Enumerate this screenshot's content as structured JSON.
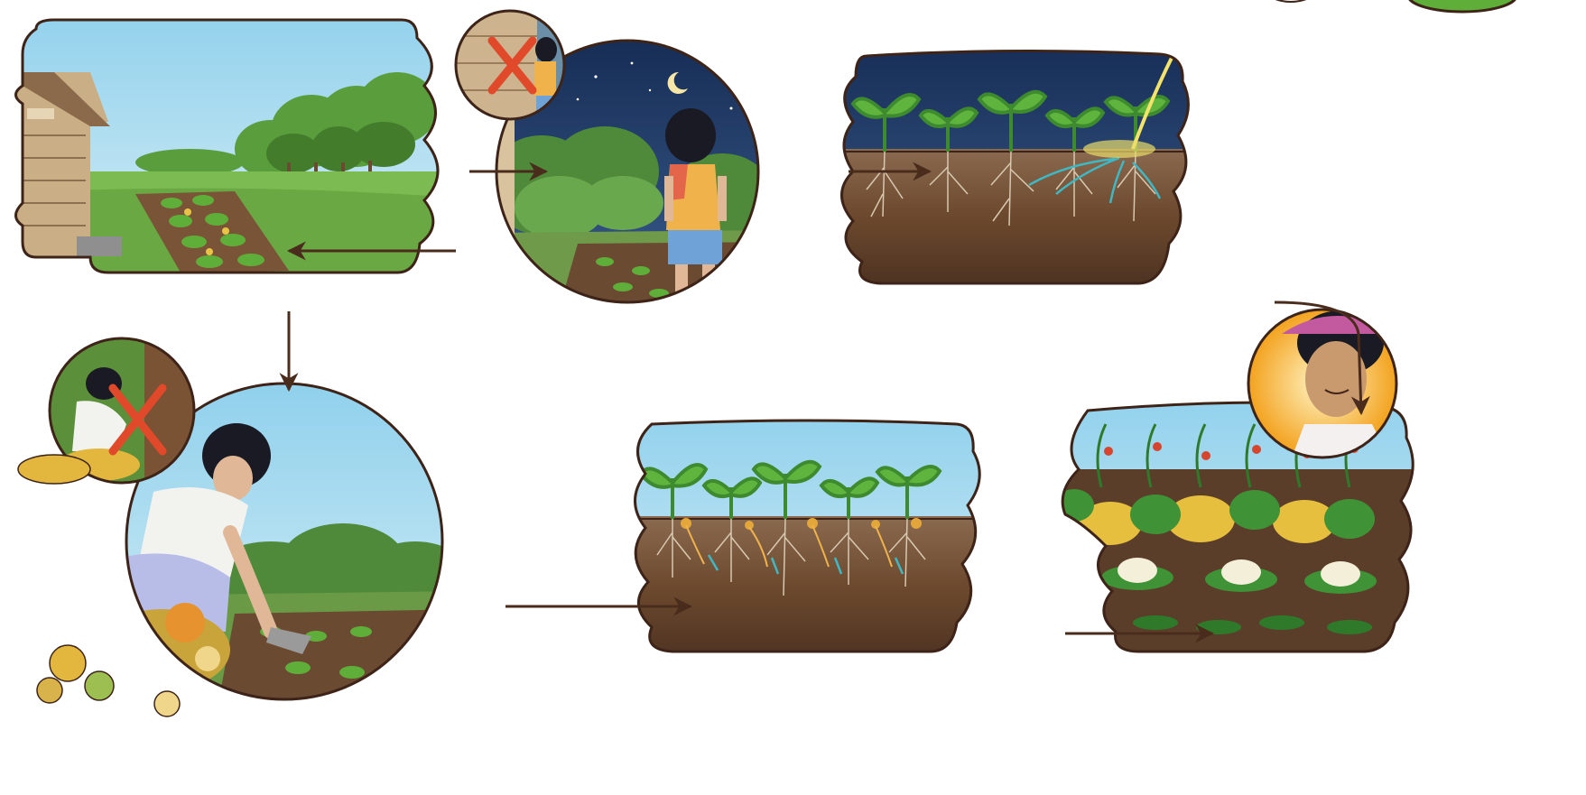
{
  "diagram": {
    "panels": [
      {
        "id": "garden",
        "kind": "scene",
        "scene": "house-and-vegetable-patch-daytime"
      },
      {
        "id": "urinating",
        "kind": "circle-scene",
        "scene": "boy-peeing-on-plants-at-night",
        "inset": "peeing-against-wall-crossed-out"
      },
      {
        "id": "night-roots",
        "kind": "soil-cross-section",
        "scene": "urine-nutrients-absorbed-by-roots"
      },
      {
        "id": "scraps",
        "kind": "circle-scene",
        "scene": "woman-burying-food-scraps",
        "inset": "throwing-scraps-under-tree-crossed-out"
      },
      {
        "id": "day-roots",
        "kind": "soil-cross-section",
        "scene": "composted-scraps-feeding-roots"
      },
      {
        "id": "harvest",
        "kind": "scene",
        "scene": "pumpkins-tomatoes-cauliflower-harvest",
        "inset": "smiling-farmer-portrait"
      }
    ],
    "arrows": [
      {
        "from": "garden",
        "to": "urinating"
      },
      {
        "from": "urinating",
        "to": "garden"
      },
      {
        "from": "urinating",
        "to": "night-roots"
      },
      {
        "from": "night-roots",
        "to": "harvest"
      },
      {
        "from": "garden",
        "to": "scraps"
      },
      {
        "from": "scraps",
        "to": "day-roots"
      },
      {
        "from": "day-roots",
        "to": "harvest"
      }
    ]
  },
  "colors": {
    "outline": "#3e2418",
    "arrow": "#4a2c1c",
    "sky_day": "#a9dcef",
    "sky_night": "#1f3b66",
    "grass": "#74b44a",
    "soil": "#6d4a2e",
    "soil_dark": "#4a3020",
    "leaf": "#4aa23a",
    "cross": "#e04a2a"
  }
}
